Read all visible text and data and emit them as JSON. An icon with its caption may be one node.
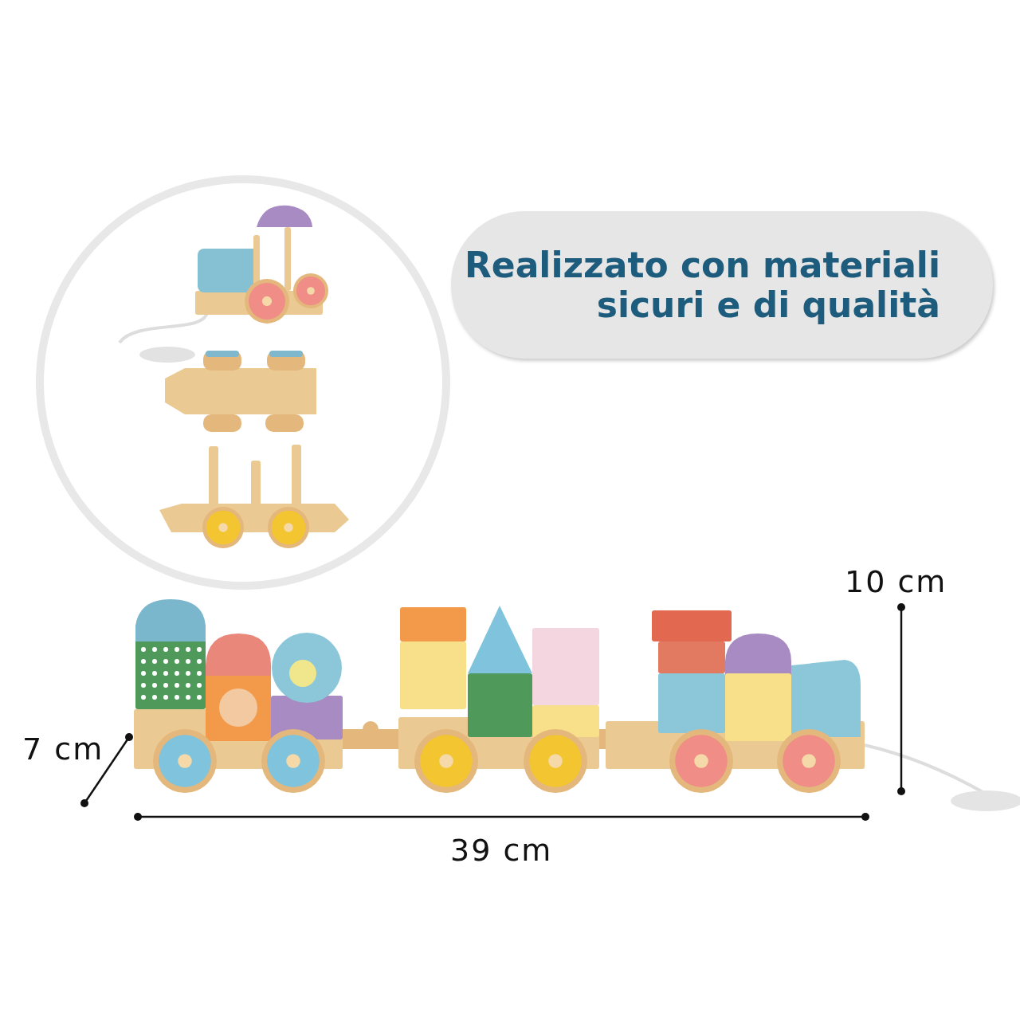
{
  "diagram": {
    "nodes": [
      {
        "text": [
          "Realizzato con materiali sicuri e di qualità"
        ]
      }
    ],
    "labels": [
      "10 cm",
      "7 cm",
      "39 cm"
    ]
  }
}
